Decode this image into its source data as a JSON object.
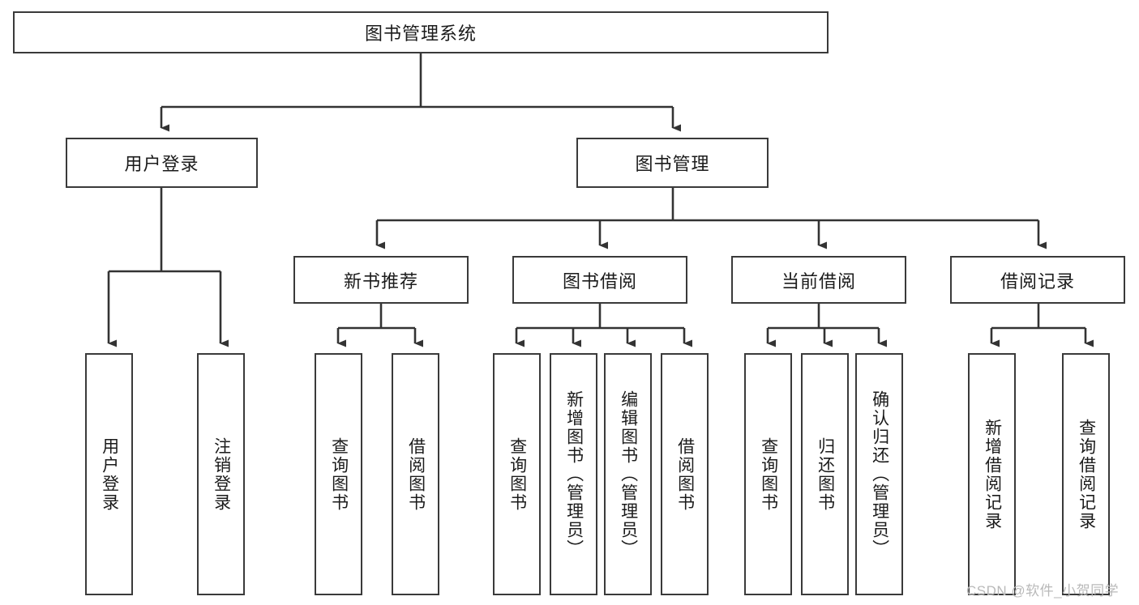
{
  "diagram": {
    "type": "tree-hierarchy-chart",
    "title": "图书管理系统",
    "stroke_color": "#3a3a3a",
    "fill_color": "#ffffff",
    "text_color": "#1b1b1b",
    "levels": [
      {
        "level": 1,
        "nodes": [
          {
            "id": "root",
            "label": "图书管理系统",
            "orientation": "horizontal"
          }
        ]
      },
      {
        "level": 2,
        "nodes": [
          {
            "id": "login",
            "label": "用户登录",
            "orientation": "horizontal",
            "parent": "root"
          },
          {
            "id": "bookmgmt",
            "label": "图书管理",
            "orientation": "horizontal",
            "parent": "root"
          }
        ]
      },
      {
        "level": 3,
        "nodes": [
          {
            "id": "recommend",
            "label": "新书推荐",
            "orientation": "horizontal",
            "parent": "bookmgmt"
          },
          {
            "id": "borrow",
            "label": "图书借阅",
            "orientation": "horizontal",
            "parent": "bookmgmt"
          },
          {
            "id": "current",
            "label": "当前借阅",
            "orientation": "horizontal",
            "parent": "bookmgmt"
          },
          {
            "id": "records",
            "label": "借阅记录",
            "orientation": "horizontal",
            "parent": "bookmgmt"
          }
        ]
      },
      {
        "level": 4,
        "nodes": [
          {
            "id": "leaf1",
            "label": "用户登录",
            "orientation": "vertical",
            "parent": "login"
          },
          {
            "id": "leaf2",
            "label": "注销登录",
            "orientation": "vertical",
            "parent": "login"
          },
          {
            "id": "leaf3",
            "label": "查询图书",
            "orientation": "vertical",
            "parent": "recommend"
          },
          {
            "id": "leaf4",
            "label": "借阅图书",
            "orientation": "vertical",
            "parent": "recommend"
          },
          {
            "id": "leaf5",
            "label": "查询图书",
            "orientation": "vertical",
            "parent": "borrow"
          },
          {
            "id": "leaf6",
            "label": "新增图书（管理员）",
            "orientation": "vertical",
            "parent": "borrow"
          },
          {
            "id": "leaf7",
            "label": "编辑图书（管理员）",
            "orientation": "vertical",
            "parent": "borrow"
          },
          {
            "id": "leaf8",
            "label": "借阅图书",
            "orientation": "vertical",
            "parent": "borrow"
          },
          {
            "id": "leaf9",
            "label": "查询图书",
            "orientation": "vertical",
            "parent": "current"
          },
          {
            "id": "leaf10",
            "label": "归还图书",
            "orientation": "vertical",
            "parent": "current"
          },
          {
            "id": "leaf11",
            "label": "确认归还（管理员）",
            "orientation": "vertical",
            "parent": "current"
          },
          {
            "id": "leaf12",
            "label": "新增借阅记录",
            "orientation": "vertical",
            "parent": "records"
          },
          {
            "id": "leaf13",
            "label": "查询借阅记录",
            "orientation": "vertical",
            "parent": "records"
          }
        ]
      }
    ]
  },
  "watermark": {
    "text": "CSDN @软件_小贺同学"
  }
}
